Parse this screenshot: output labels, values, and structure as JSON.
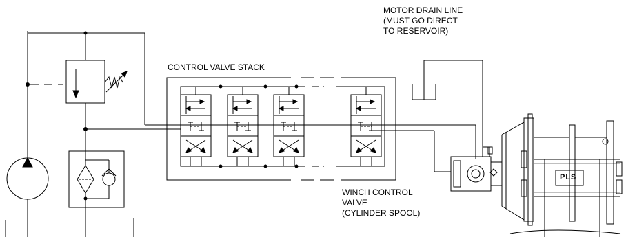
{
  "labels": {
    "motor_drain_line": [
      "MOTOR DRAIN LINE",
      "(MUST GO DIRECT",
      "TO RESERVOIR)"
    ],
    "control_valve_stack": "CONTROL VALVE STACK",
    "winch_control_valve": [
      "WINCH CONTROL",
      "VALVE",
      "(CYLINDER SPOOL)"
    ],
    "winch_brand": "PLS"
  },
  "components": {
    "valve_count": 4,
    "pump_icon": "pump-icon",
    "relief_valve_icon": "relief-valve-icon",
    "filter_icon": "filter-icon",
    "check_valve_icon": "check-valve-icon",
    "reservoir_icon": "reservoir-icon",
    "motor_icon": "hydraulic-motor-icon",
    "winch_icon": "winch-drum-icon"
  }
}
